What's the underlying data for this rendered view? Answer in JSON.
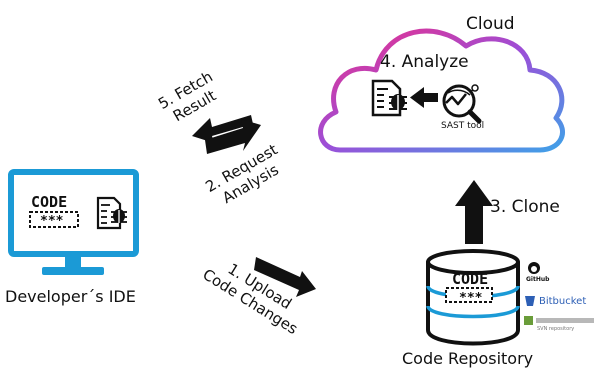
{
  "cloud": {
    "title": "Cloud",
    "step": "4. Analyze",
    "tool_label": "SAST tool"
  },
  "ide": {
    "label": "Developer´s IDE",
    "code_text": "CODE",
    "code_stars": "∗∗∗"
  },
  "repo": {
    "label": "Code Repository",
    "code_text": "CODE",
    "code_stars": "∗∗∗",
    "hosts": [
      "GitHub",
      "Bitbucket",
      "SVN repository"
    ]
  },
  "steps": {
    "upload": {
      "line1": "1. Upload",
      "line2": "Code Changes"
    },
    "request": {
      "line1": "2. Request",
      "line2": "Analysis"
    },
    "clone": "3. Clone",
    "fetch": {
      "line1": "5. Fetch",
      "line2": "Result"
    }
  },
  "colors": {
    "cloud_gradient": [
      "#ef2d86",
      "#9b4fd8",
      "#3fa1e8"
    ],
    "monitor": "#1b9ad6",
    "repo_accent": "#1b9ad6",
    "arrow": "#111111"
  }
}
